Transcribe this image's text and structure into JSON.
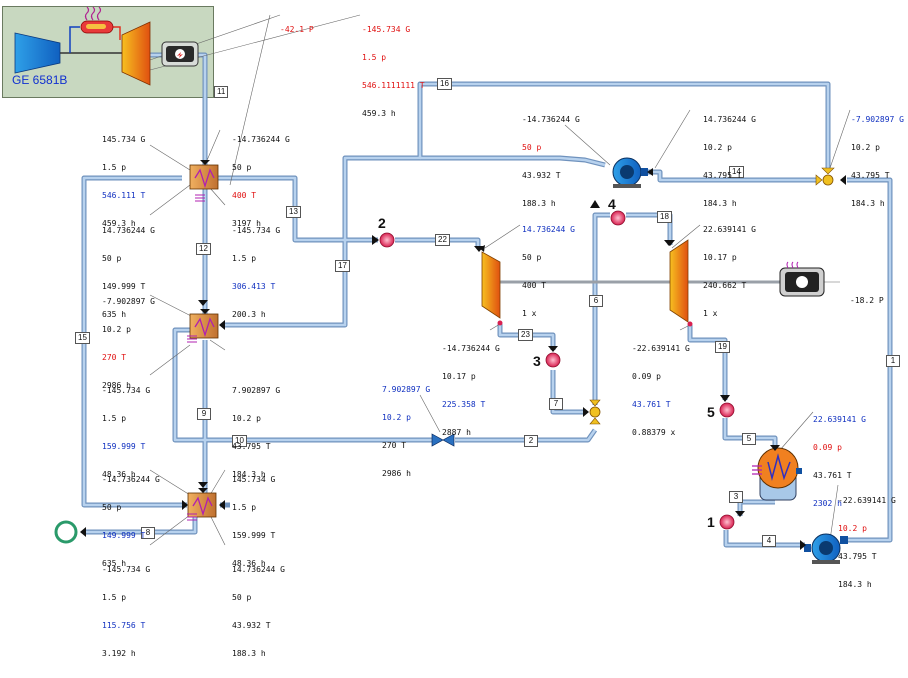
{
  "gas_turbine": {
    "name": "GE 6581B"
  },
  "labels": {
    "gt_power": [
      "-42.1 P"
    ],
    "gt_exhaust": [
      "-145.734 G",
      "1.5 p",
      "546.1111111 T",
      "459.3 h"
    ],
    "hrsg_gas_in": [
      "145.734 G",
      "1.5 p",
      "546.111 T",
      "459.3 h"
    ],
    "sh_steam_out": [
      "-14.736244 G",
      "50 p",
      "400 T",
      "3197 h"
    ],
    "sh_steam_in": [
      "14.736244 G",
      "50 p",
      "149.999 T",
      "635 h"
    ],
    "sh_gas_out": [
      "-145.734 G",
      "1.5 p",
      "306.413 T",
      "200.3 h"
    ],
    "rh_steam_out": [
      "-7.902897 G",
      "10.2 p",
      "270 T",
      "2986 h"
    ],
    "rh_gas_out": [
      "-145.734 G",
      "1.5 p",
      "159.999 T",
      "48.36 h"
    ],
    "rh_water_in": [
      "7.902897 G",
      "10.2 p",
      "43.795 T",
      "184.3 h"
    ],
    "eco_water_out": [
      "-14.736244 G",
      "50 p",
      "149.999 T",
      "635 h"
    ],
    "eco_gas_in": [
      "145.734 G",
      "1.5 p",
      "159.999 T",
      "48.36 h"
    ],
    "eco_gas_out": [
      "-145.734 G",
      "1.5 p",
      "115.756 T",
      "3.192 h"
    ],
    "eco_water_in": [
      "14.736244 G",
      "50 p",
      "43.932 T",
      "188.3 h"
    ],
    "hp_pump_out": [
      "-14.736244 G",
      "50 p",
      "43.932 T",
      "188.3 h"
    ],
    "hp_pump_in": [
      "14.736244 G",
      "10.2 p",
      "43.795 T",
      "184.3 h"
    ],
    "splitter": [
      "-7.902897 G",
      "10.2 p",
      "43.795 T",
      "184.3 h"
    ],
    "hpt_in": [
      "14.736244 G",
      "50 p",
      "400 T",
      "1 x"
    ],
    "hpt_out": [
      "-14.736244 G",
      "10.17 p",
      "225.358 T",
      "2887 h"
    ],
    "lpt_in": [
      "22.639141 G",
      "10.17 p",
      "240.662 T",
      "1 x"
    ],
    "lpt_out": [
      "-22.639141 G",
      "0.09 p",
      "43.761 T",
      "0.88379 x"
    ],
    "st_power": [
      "-18.2 P"
    ],
    "valve": [
      "7.902897 G",
      "10.2 p",
      "270 T",
      "2986 h"
    ],
    "cond_in": [
      "22.639141 G",
      "0.09 p",
      "43.761 T",
      "2302 h"
    ],
    "cond_pump_out": [
      "-22.639141 G",
      "10.2 p",
      "43.795 T",
      "184.3 h"
    ]
  },
  "stream_tags": [
    "1",
    "2",
    "3",
    "4",
    "5",
    "6",
    "7",
    "8",
    "9",
    "10",
    "11",
    "12",
    "13",
    "14",
    "15",
    "16",
    "17",
    "18",
    "19",
    "22",
    "23"
  ],
  "point_numbers": [
    "1",
    "2",
    "3",
    "4",
    "5"
  ],
  "colors": {
    "pipe": "#a8c4e4",
    "pipe_edge": "#6f92bd",
    "node": "#e83a6a",
    "turbine": "#f08a10",
    "hx": "#d88838"
  }
}
